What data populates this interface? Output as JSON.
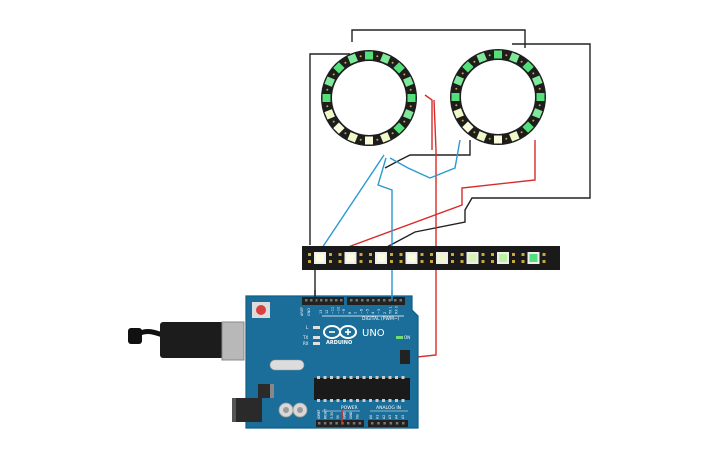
{
  "board": {
    "brand": "ARDUINO",
    "model": "UNO",
    "digital_header": "DIGITAL (PWM~)",
    "power_header": "POWER",
    "analog_header": "ANALOG IN",
    "tx_label": "TX",
    "rx_label": "RX",
    "l_label": "L",
    "on_label": "ON",
    "aref_label": "AREF",
    "gnd_label": "GND",
    "power_pins": [
      "IOREF",
      "RESET",
      "3.3V",
      "5V",
      "GND",
      "GND",
      "Vin"
    ],
    "analog_pins": [
      "A0",
      "A1",
      "A2",
      "A3",
      "A4",
      "A5"
    ],
    "digital_pins": [
      "13",
      "12",
      "~11",
      "~10",
      "~9",
      "8",
      "7",
      "~6",
      "~5",
      "4",
      "~3",
      "2",
      "TX 1",
      "RX 0"
    ]
  },
  "rings": [
    {
      "leds": [
        "#53e07a",
        "#80e89a",
        "#53e07a",
        "#80e89a",
        "#53e07a",
        "#80e89a",
        "#53e07a",
        "#eef8c8",
        "#fbfbe0",
        "#eef8c8",
        "#fbfbe0",
        "#eef8c8",
        "#53e07a",
        "#80e89a",
        "#53e07a",
        "#80e89a"
      ]
    },
    {
      "leds": [
        "#53e07a",
        "#80e89a",
        "#53e07a",
        "#80e89a",
        "#53e07a",
        "#80e89a",
        "#53e07a",
        "#eef8c8",
        "#fbfbe0",
        "#eef8c8",
        "#fbfbe0",
        "#eef8c8",
        "#53e07a",
        "#80e89a",
        "#53e07a",
        "#80e89a"
      ]
    }
  ],
  "strip": {
    "leds": [
      "#fbfbe0",
      "#fbfbe0",
      "#fbfbe0",
      "#fbfbe0",
      "#eef8c8",
      "#d6f5b0",
      "#bdf0a0",
      "#53e07a"
    ]
  },
  "colors": {
    "board": "#1b6e9a",
    "board_edge": "#0f5f86",
    "ring_body": "#1d1d1d",
    "strip_body": "#1a1a1a",
    "wire_black": "#222222",
    "wire_red": "#d92b2b",
    "wire_blue": "#2a9ad1",
    "reset_button": "#d94040",
    "usb_metal": "#b8b8b8",
    "barrel_jack": "#2a2a2a"
  }
}
